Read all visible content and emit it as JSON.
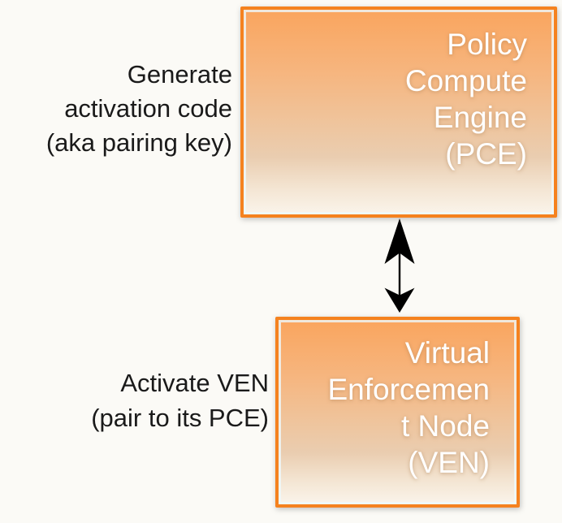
{
  "nodes": [
    {
      "id": "pce",
      "lines": [
        "Policy",
        "Compute",
        "Engine",
        "(PCE)"
      ]
    },
    {
      "id": "ven",
      "lines": [
        "Virtual",
        "Enforcemen",
        "t Node",
        "(VEN)"
      ]
    }
  ],
  "steps": [
    {
      "for": "pce",
      "lines": [
        "Generate",
        "activation code",
        "(aka pairing key)"
      ]
    },
    {
      "for": "ven",
      "lines": [
        "Activate VEN",
        "(pair to its PCE)"
      ]
    }
  ],
  "arrow": {
    "kind": "double-headed-vertical",
    "color": "#000000"
  },
  "colors": {
    "background": "#FBFAF6",
    "box_border": "#F5821F",
    "box_gradient_top": "#FAA55E",
    "box_gradient_bottom": "#FAF4EB",
    "box_inner_stroke": "#EEF9FC",
    "node_text": "#FFFFFF",
    "label_text": "#1A1A1A"
  }
}
